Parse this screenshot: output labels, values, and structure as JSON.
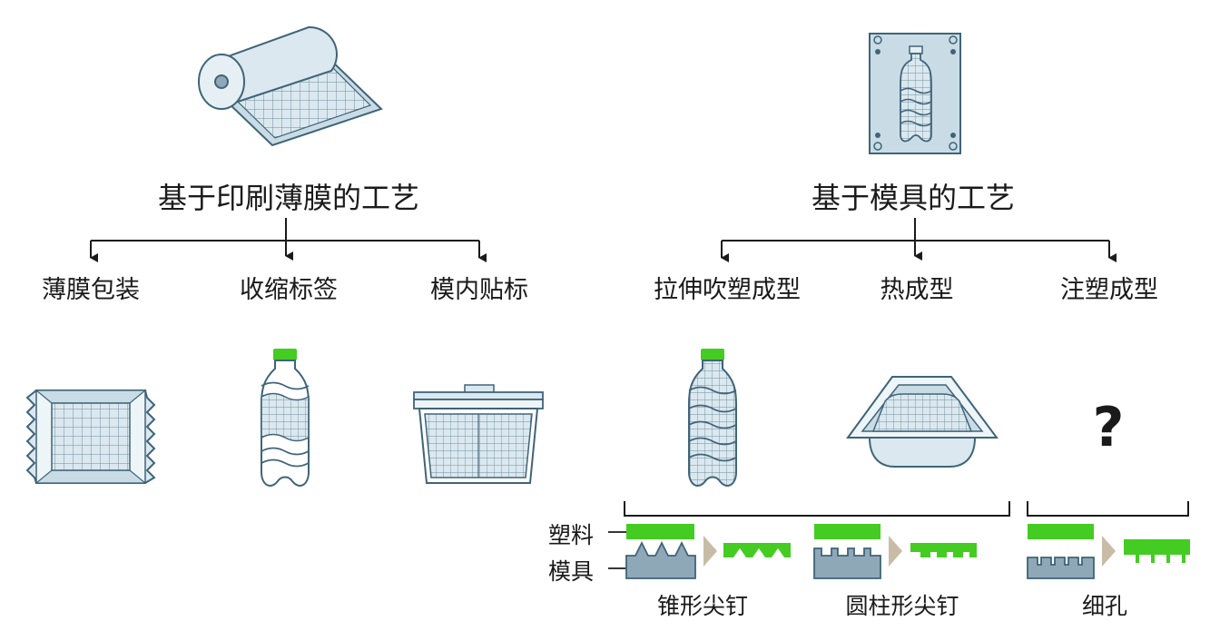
{
  "left": {
    "title": "基于印刷薄膜的工艺",
    "items": [
      "薄膜包装",
      "收缩标签",
      "模内贴标"
    ]
  },
  "right": {
    "title": "基于模具的工艺",
    "items": [
      "拉伸吹塑成型",
      "热成型",
      "注塑成型"
    ],
    "unknown_mark": "?"
  },
  "legend": {
    "plastic": "塑料",
    "mold": "模具"
  },
  "textures": [
    "锥形尖钉",
    "圆柱形尖钉",
    "细孔"
  ],
  "colors": {
    "plastic": "#44cc22",
    "mold": "#8fa8b8",
    "outline": "#3f6478",
    "fill": "#d6e6ee",
    "arrow": "#c8bca6"
  }
}
